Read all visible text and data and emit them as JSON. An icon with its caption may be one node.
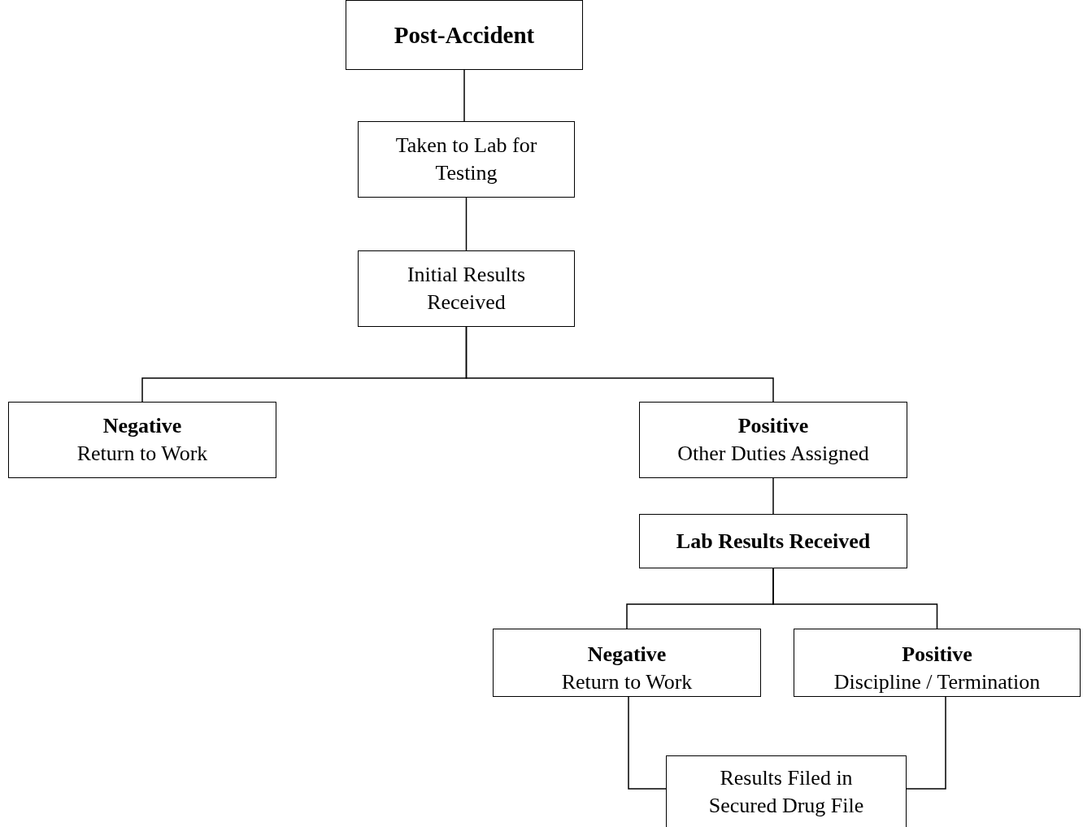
{
  "diagram": {
    "nodes": [
      {
        "text": [
          "Post-Accident"
        ]
      },
      {
        "text": [
          "Taken to Lab for Testing"
        ]
      },
      {
        "text": [
          "Initial Results Received"
        ]
      },
      {
        "text": [
          "Negative",
          "Return to Work"
        ]
      },
      {
        "text": [
          "Positive",
          "Other Duties Assigned"
        ]
      },
      {
        "text": [
          "Lab Results Received"
        ]
      },
      {
        "text": [
          "Negative",
          "Return to Work"
        ]
      },
      {
        "text": [
          "Positive",
          "Discipline / Termination"
        ]
      },
      {
        "text": [
          "Results Filed in Secured Drug File"
        ]
      }
    ],
    "edges": [
      {
        "from": 0,
        "to": 1,
        "arrow": "none"
      },
      {
        "from": 1,
        "to": 2,
        "arrow": "none"
      },
      {
        "from": 2,
        "to": 3,
        "arrow": "none"
      },
      {
        "from": 2,
        "to": 4,
        "arrow": "none"
      },
      {
        "from": 4,
        "to": 5,
        "arrow": "none"
      },
      {
        "from": 5,
        "to": 6,
        "arrow": "none"
      },
      {
        "from": 5,
        "to": 7,
        "arrow": "none"
      },
      {
        "from": 6,
        "to": 8,
        "arrow": "none"
      },
      {
        "from": 7,
        "to": 8,
        "arrow": "none"
      }
    ]
  }
}
